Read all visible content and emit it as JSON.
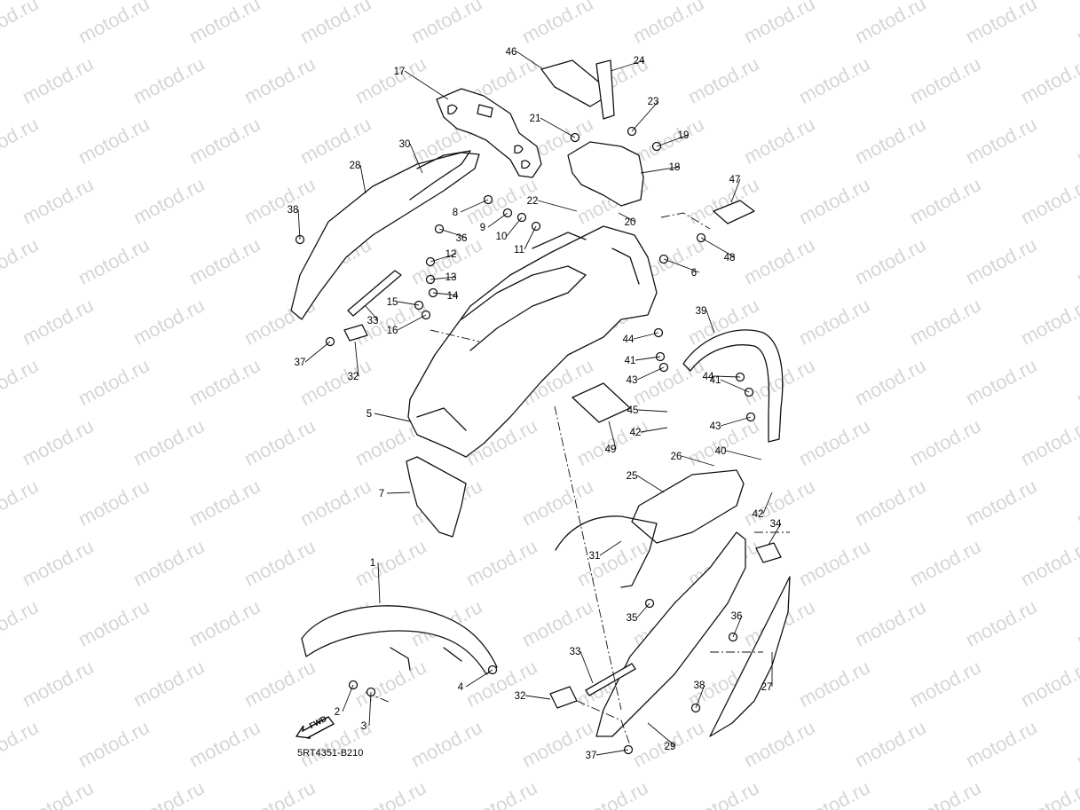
{
  "watermark": "motod.ru",
  "diagram_code": "5RT4351-B210",
  "forward_badge": "FWD",
  "callouts": [
    {
      "id": "1",
      "label": "1"
    },
    {
      "id": "2",
      "label": "2"
    },
    {
      "id": "3",
      "label": "3"
    },
    {
      "id": "4",
      "label": "4"
    },
    {
      "id": "5",
      "label": "5"
    },
    {
      "id": "6",
      "label": "6"
    },
    {
      "id": "7",
      "label": "7"
    },
    {
      "id": "8",
      "label": "8"
    },
    {
      "id": "9",
      "label": "9"
    },
    {
      "id": "10",
      "label": "10"
    },
    {
      "id": "11",
      "label": "11"
    },
    {
      "id": "12",
      "label": "12"
    },
    {
      "id": "13",
      "label": "13"
    },
    {
      "id": "14",
      "label": "14"
    },
    {
      "id": "15",
      "label": "15"
    },
    {
      "id": "16",
      "label": "16"
    },
    {
      "id": "17",
      "label": "17"
    },
    {
      "id": "18",
      "label": "18"
    },
    {
      "id": "19",
      "label": "19"
    },
    {
      "id": "20",
      "label": "20"
    },
    {
      "id": "21",
      "label": "21"
    },
    {
      "id": "22",
      "label": "22"
    },
    {
      "id": "23",
      "label": "23"
    },
    {
      "id": "24",
      "label": "24"
    },
    {
      "id": "25",
      "label": "25"
    },
    {
      "id": "26",
      "label": "26"
    },
    {
      "id": "27",
      "label": "27"
    },
    {
      "id": "28",
      "label": "28"
    },
    {
      "id": "29",
      "label": "29"
    },
    {
      "id": "30",
      "label": "30"
    },
    {
      "id": "31",
      "label": "31"
    },
    {
      "id": "32a",
      "label": "32"
    },
    {
      "id": "32b",
      "label": "32"
    },
    {
      "id": "33a",
      "label": "33"
    },
    {
      "id": "33b",
      "label": "33"
    },
    {
      "id": "34",
      "label": "34"
    },
    {
      "id": "35",
      "label": "35"
    },
    {
      "id": "36a",
      "label": "36"
    },
    {
      "id": "36b",
      "label": "36"
    },
    {
      "id": "37a",
      "label": "37"
    },
    {
      "id": "37b",
      "label": "37"
    },
    {
      "id": "38a",
      "label": "38"
    },
    {
      "id": "38b",
      "label": "38"
    },
    {
      "id": "39",
      "label": "39"
    },
    {
      "id": "40",
      "label": "40"
    },
    {
      "id": "41a",
      "label": "41"
    },
    {
      "id": "41b",
      "label": "41"
    },
    {
      "id": "42a",
      "label": "42"
    },
    {
      "id": "42b",
      "label": "42"
    },
    {
      "id": "43a",
      "label": "43"
    },
    {
      "id": "43b",
      "label": "43"
    },
    {
      "id": "44a",
      "label": "44"
    },
    {
      "id": "44b",
      "label": "44"
    },
    {
      "id": "45",
      "label": "45"
    },
    {
      "id": "46",
      "label": "46"
    },
    {
      "id": "47",
      "label": "47"
    },
    {
      "id": "48",
      "label": "48"
    },
    {
      "id": "49",
      "label": "49"
    }
  ]
}
